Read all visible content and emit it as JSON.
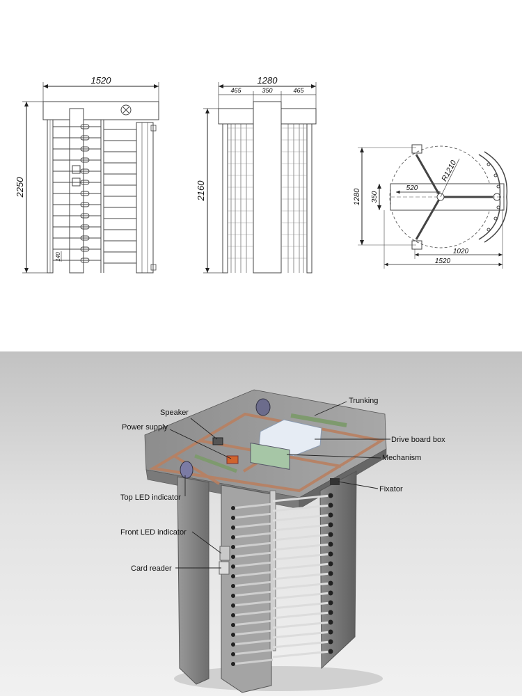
{
  "front_view": {
    "width_dim": "1520",
    "height_dim": "2250",
    "small_dim": "140"
  },
  "side_view": {
    "width_dim": "1280",
    "height_dim": "2160",
    "segments": [
      "465",
      "350",
      "465"
    ]
  },
  "top_view": {
    "radius_dim": "R1210",
    "depth_dim": "1280",
    "center_dim": "350",
    "arm_dim": "520",
    "inner_width_dim": "1020",
    "outer_width_dim": "1520"
  },
  "render": {
    "labels": {
      "trunking": "Trunking",
      "speaker": "Speaker",
      "power_supply": "Power supply",
      "drive_board_box": "Drive board box",
      "mechanism": "Mechanism",
      "fixator": "Fixator",
      "top_led": "Top LED indicator",
      "front_led": "Front LED indicator",
      "card_reader": "Card reader"
    }
  }
}
